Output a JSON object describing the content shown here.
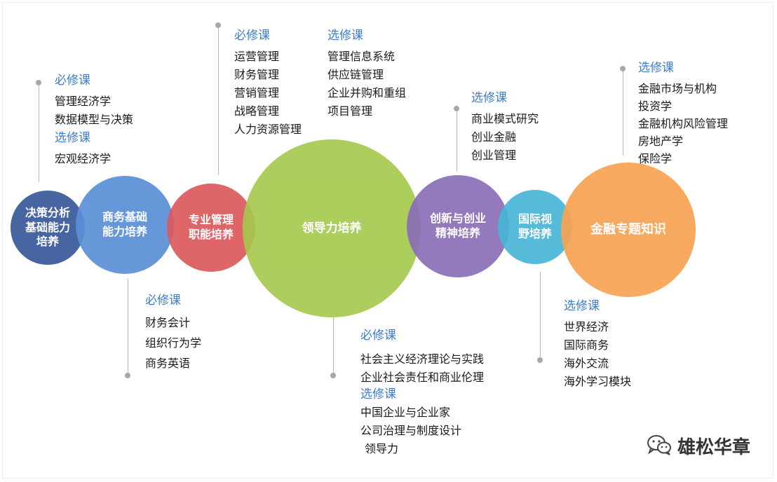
{
  "circles": [
    {
      "label": "决策分析\n基础能力\n培养",
      "color": "#3d5d9c"
    },
    {
      "label": "商务基础\n能力培养",
      "color": "#5a8fd6"
    },
    {
      "label": "专业管理\n职能培养",
      "color": "#dc5a5c"
    },
    {
      "label": "领导力培养",
      "color": "#a4c94c"
    },
    {
      "label": "创新与创业\n精神培养",
      "color": "#8b6fb8"
    },
    {
      "label": "国际视\n野培养",
      "color": "#48b6d6"
    },
    {
      "label": "金融专题知识",
      "color": "#f7a352"
    }
  ],
  "blocks": {
    "decision": {
      "sections": [
        {
          "header": "必修课",
          "items": [
            "管理经济学",
            "数据模型与决策"
          ]
        },
        {
          "header": "选修课",
          "items": [
            "宏观经济学"
          ]
        }
      ]
    },
    "business": {
      "sections": [
        {
          "header": "必修课",
          "items": [
            "财务会计",
            "组织行为学",
            "商务英语"
          ]
        }
      ]
    },
    "professional_required": {
      "sections": [
        {
          "header": "必修课",
          "items": [
            "运营管理",
            "财务管理",
            "营销管理",
            "战略管理",
            "人力资源管理"
          ]
        }
      ]
    },
    "professional_elective": {
      "sections": [
        {
          "header": "选修课",
          "items": [
            "管理信息系统",
            "供应链管理",
            "企业并购和重组",
            "项目管理"
          ]
        }
      ]
    },
    "leadership": {
      "sections": [
        {
          "header": "必修课",
          "items": [
            "社会主义经济理论与实践",
            "企业社会责任和商业伦理"
          ]
        },
        {
          "header": "选修课",
          "items": [
            "中国企业与企业家",
            "公司治理与制度设计",
            "领导力"
          ]
        }
      ]
    },
    "innovation": {
      "sections": [
        {
          "header": "选修课",
          "items": [
            "商业模式研究",
            "创业金融",
            "创业管理"
          ]
        }
      ]
    },
    "international": {
      "sections": [
        {
          "header": "选修课",
          "items": [
            "世界经济",
            "国际商务",
            "海外交流",
            "海外学习模块"
          ]
        }
      ]
    },
    "finance": {
      "sections": [
        {
          "header": "选修课",
          "items": [
            "金融市场与机构",
            "投资学",
            "金融机构风险管理",
            "房地产学",
            "保险学"
          ]
        }
      ]
    }
  },
  "watermark": {
    "icon": "wechat-icon",
    "text": "雄松华章"
  }
}
